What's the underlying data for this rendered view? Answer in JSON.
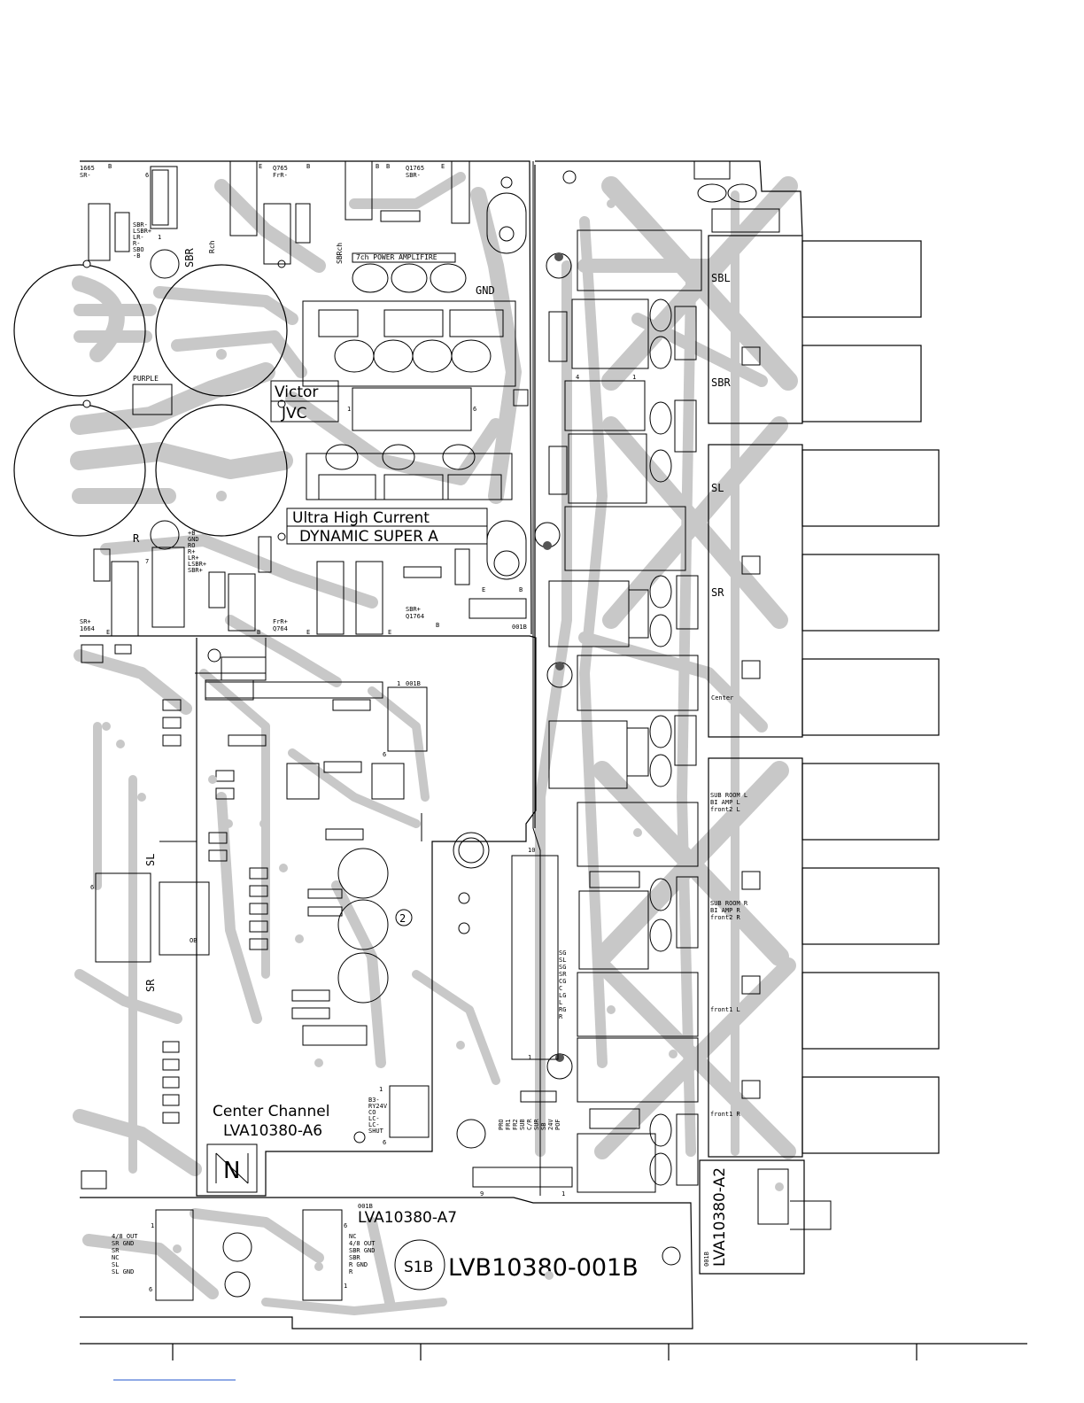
{
  "board": {
    "main_pcb_id": "LVB10380-001B",
    "main_pcb_tag": "S1B",
    "center_board_title": "Center Channel",
    "center_board_id": "LVA10380-A6",
    "center_board_letter": "N",
    "sub_board_a7_rev": "001B",
    "sub_board_a7_id": "LVA10380-A7",
    "sub_board_a2_rev": "001B",
    "sub_board_a2_id": "LVA10380-A2",
    "rev_001b_a": "001B",
    "rev_001b_b": "001B",
    "brand_1": "Victor",
    "brand_2": "JVC",
    "slogan_1": "Ultra High Current",
    "slogan_2": "DYNAMIC SUPER A",
    "power_amp_label": "7ch POWER AMPLIFIRE",
    "gnd_label": "GND",
    "purple_label": "PURPLE",
    "circle_2": "2"
  },
  "transistors": {
    "q1665": [
      "1665",
      "SR-"
    ],
    "q765": [
      "Q765",
      "FrR-"
    ],
    "q1765": [
      "Q1765",
      "SBR-"
    ],
    "q764": [
      "FrR+",
      "Q764"
    ],
    "q1764": [
      "SBR+",
      "Q1764"
    ],
    "q1664": [
      "SR+",
      "1664"
    ]
  },
  "silk_side": {
    "sbr": "SBR",
    "rch": "Rch",
    "sbrch": "SBRch",
    "r": "R",
    "sl": "SL",
    "sr": "SR"
  },
  "connector_labels": {
    "sbr_pins": [
      "SBR-",
      "LSBR+",
      "LR-",
      "R-",
      "SBO",
      "-B"
    ],
    "power_pins": [
      "+B",
      "GND",
      "RO",
      "R+",
      "LR+",
      "LSBR+",
      "SBR+"
    ],
    "signal_pins": [
      "SG",
      "SL",
      "SG",
      "SR",
      "CG",
      "C",
      "LG",
      "L",
      "RG",
      "R"
    ],
    "protect_pins": [
      "PRO",
      "FR1",
      "FR2",
      "SUB",
      "C/R",
      "SUR",
      "SB",
      "24V",
      "POF"
    ],
    "center_pins": [
      "B3-",
      "RY24V",
      "CO",
      "LC-",
      "LC-",
      "SHUT"
    ],
    "a7_left_pins": [
      "4/8 OUT",
      "SR GND",
      "SR",
      "NC",
      "SL",
      "SL GND"
    ],
    "a7_right_pins": [
      "NC",
      "4/8 OUT",
      "SBR GND",
      "SBR",
      "R GND",
      "R"
    ]
  },
  "speaker_terminals": {
    "sbl": "SBL",
    "sbr": "SBR",
    "sl": "SL",
    "sr": "SR",
    "center": "Center",
    "sub_l": [
      "SUB ROOM L",
      "BI AMP L",
      "front2 L"
    ],
    "sub_r": [
      "SUB ROOM R",
      "BI AMP R",
      "front2 R"
    ],
    "front1_l": "front1 L",
    "front1_r": "front1 R"
  },
  "pin_numbers": {
    "one": "1",
    "four": "4",
    "six": "6",
    "seven": "7",
    "nine": "9",
    "ten": "10"
  },
  "pin_markers": {
    "b": "B",
    "e": "E",
    "ob": "OB"
  }
}
